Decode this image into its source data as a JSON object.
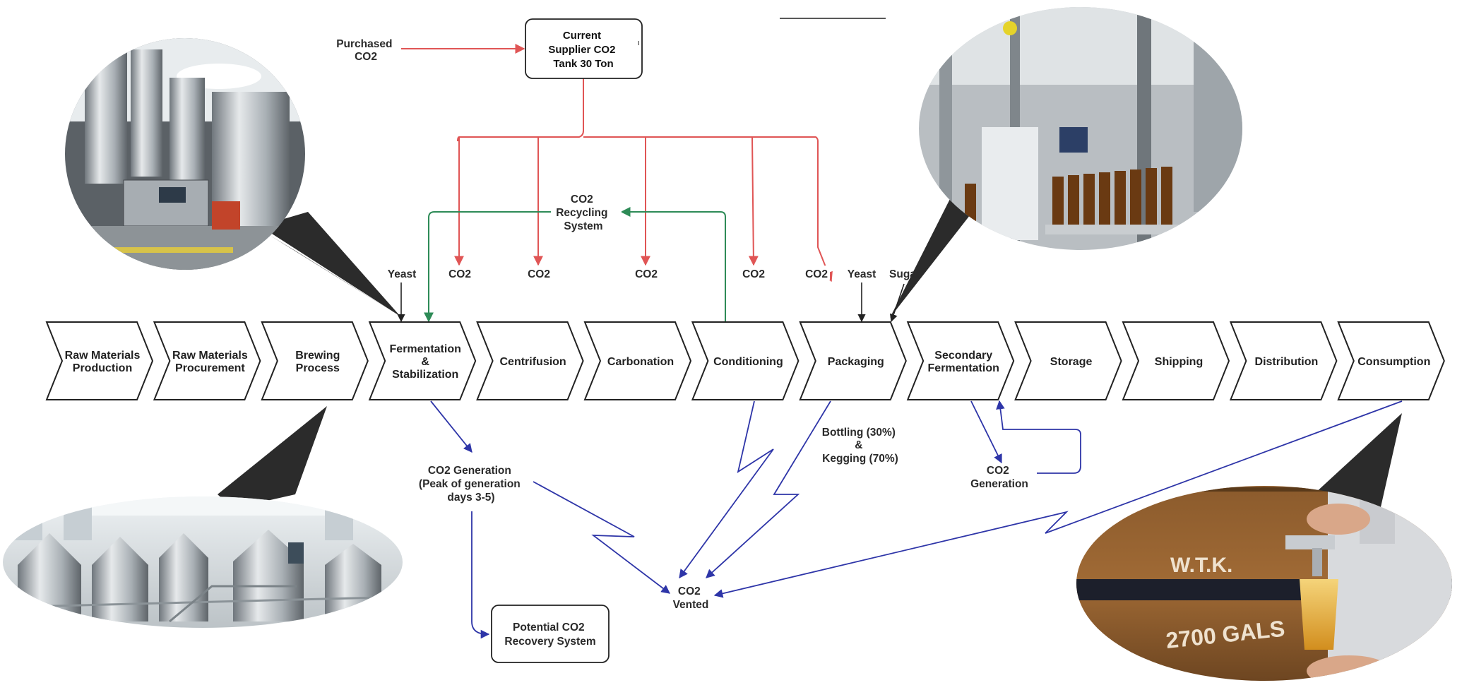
{
  "process_steps": [
    {
      "lines": [
        "Raw Materials",
        "Production"
      ]
    },
    {
      "lines": [
        "Raw Materials",
        "Procurement"
      ]
    },
    {
      "lines": [
        "Brewing",
        "Process"
      ]
    },
    {
      "lines": [
        "Fermentation",
        "&",
        "Stabilization"
      ]
    },
    {
      "lines": [
        "Centrifusion"
      ]
    },
    {
      "lines": [
        "Carbonation"
      ]
    },
    {
      "lines": [
        "Conditioning"
      ]
    },
    {
      "lines": [
        "Packaging"
      ]
    },
    {
      "lines": [
        "Secondary",
        "Fermentation"
      ]
    },
    {
      "lines": [
        "Storage"
      ]
    },
    {
      "lines": [
        "Shipping"
      ]
    },
    {
      "lines": [
        "Distribution"
      ]
    },
    {
      "lines": [
        "Consumption"
      ]
    }
  ],
  "supplier_box": {
    "lines": [
      "Current",
      "Supplier CO2",
      "Tank 30 Ton"
    ]
  },
  "purchased_co2": {
    "lines": [
      "Purchased",
      "CO2"
    ]
  },
  "recycling": {
    "lines": [
      "CO2",
      "Recycling",
      "System"
    ]
  },
  "inputs": {
    "yeast_1": "Yeast",
    "co2_1": "CO2",
    "co2_2": "CO2",
    "co2_3": "CO2",
    "co2_4": "CO2",
    "co2_5": "CO2",
    "yeast_2": "Yeast",
    "sugar": "Sugar"
  },
  "co2_generation_main": {
    "lines": [
      "CO2 Generation",
      "(Peak of generation",
      "days 3-5)"
    ]
  },
  "recovery_box": {
    "lines": [
      "Potential CO2",
      "Recovery System"
    ]
  },
  "co2_vented": {
    "lines": [
      "CO2",
      "Vented"
    ]
  },
  "bottling": {
    "lines": [
      "Bottling (30%)",
      "&",
      "Kegging (70%)"
    ]
  },
  "co2_generation_secondary": {
    "lines": [
      "CO2",
      "Generation"
    ]
  },
  "photo_text": {
    "barrel_1": "W.T.K.",
    "barrel_2": "2700 GALS"
  },
  "colors": {
    "supply_red": "#e05555",
    "recycle_green": "#2e8b57",
    "vent_blue": "#2e35a8",
    "input_black": "#222222",
    "chevron_stroke": "#222222"
  }
}
